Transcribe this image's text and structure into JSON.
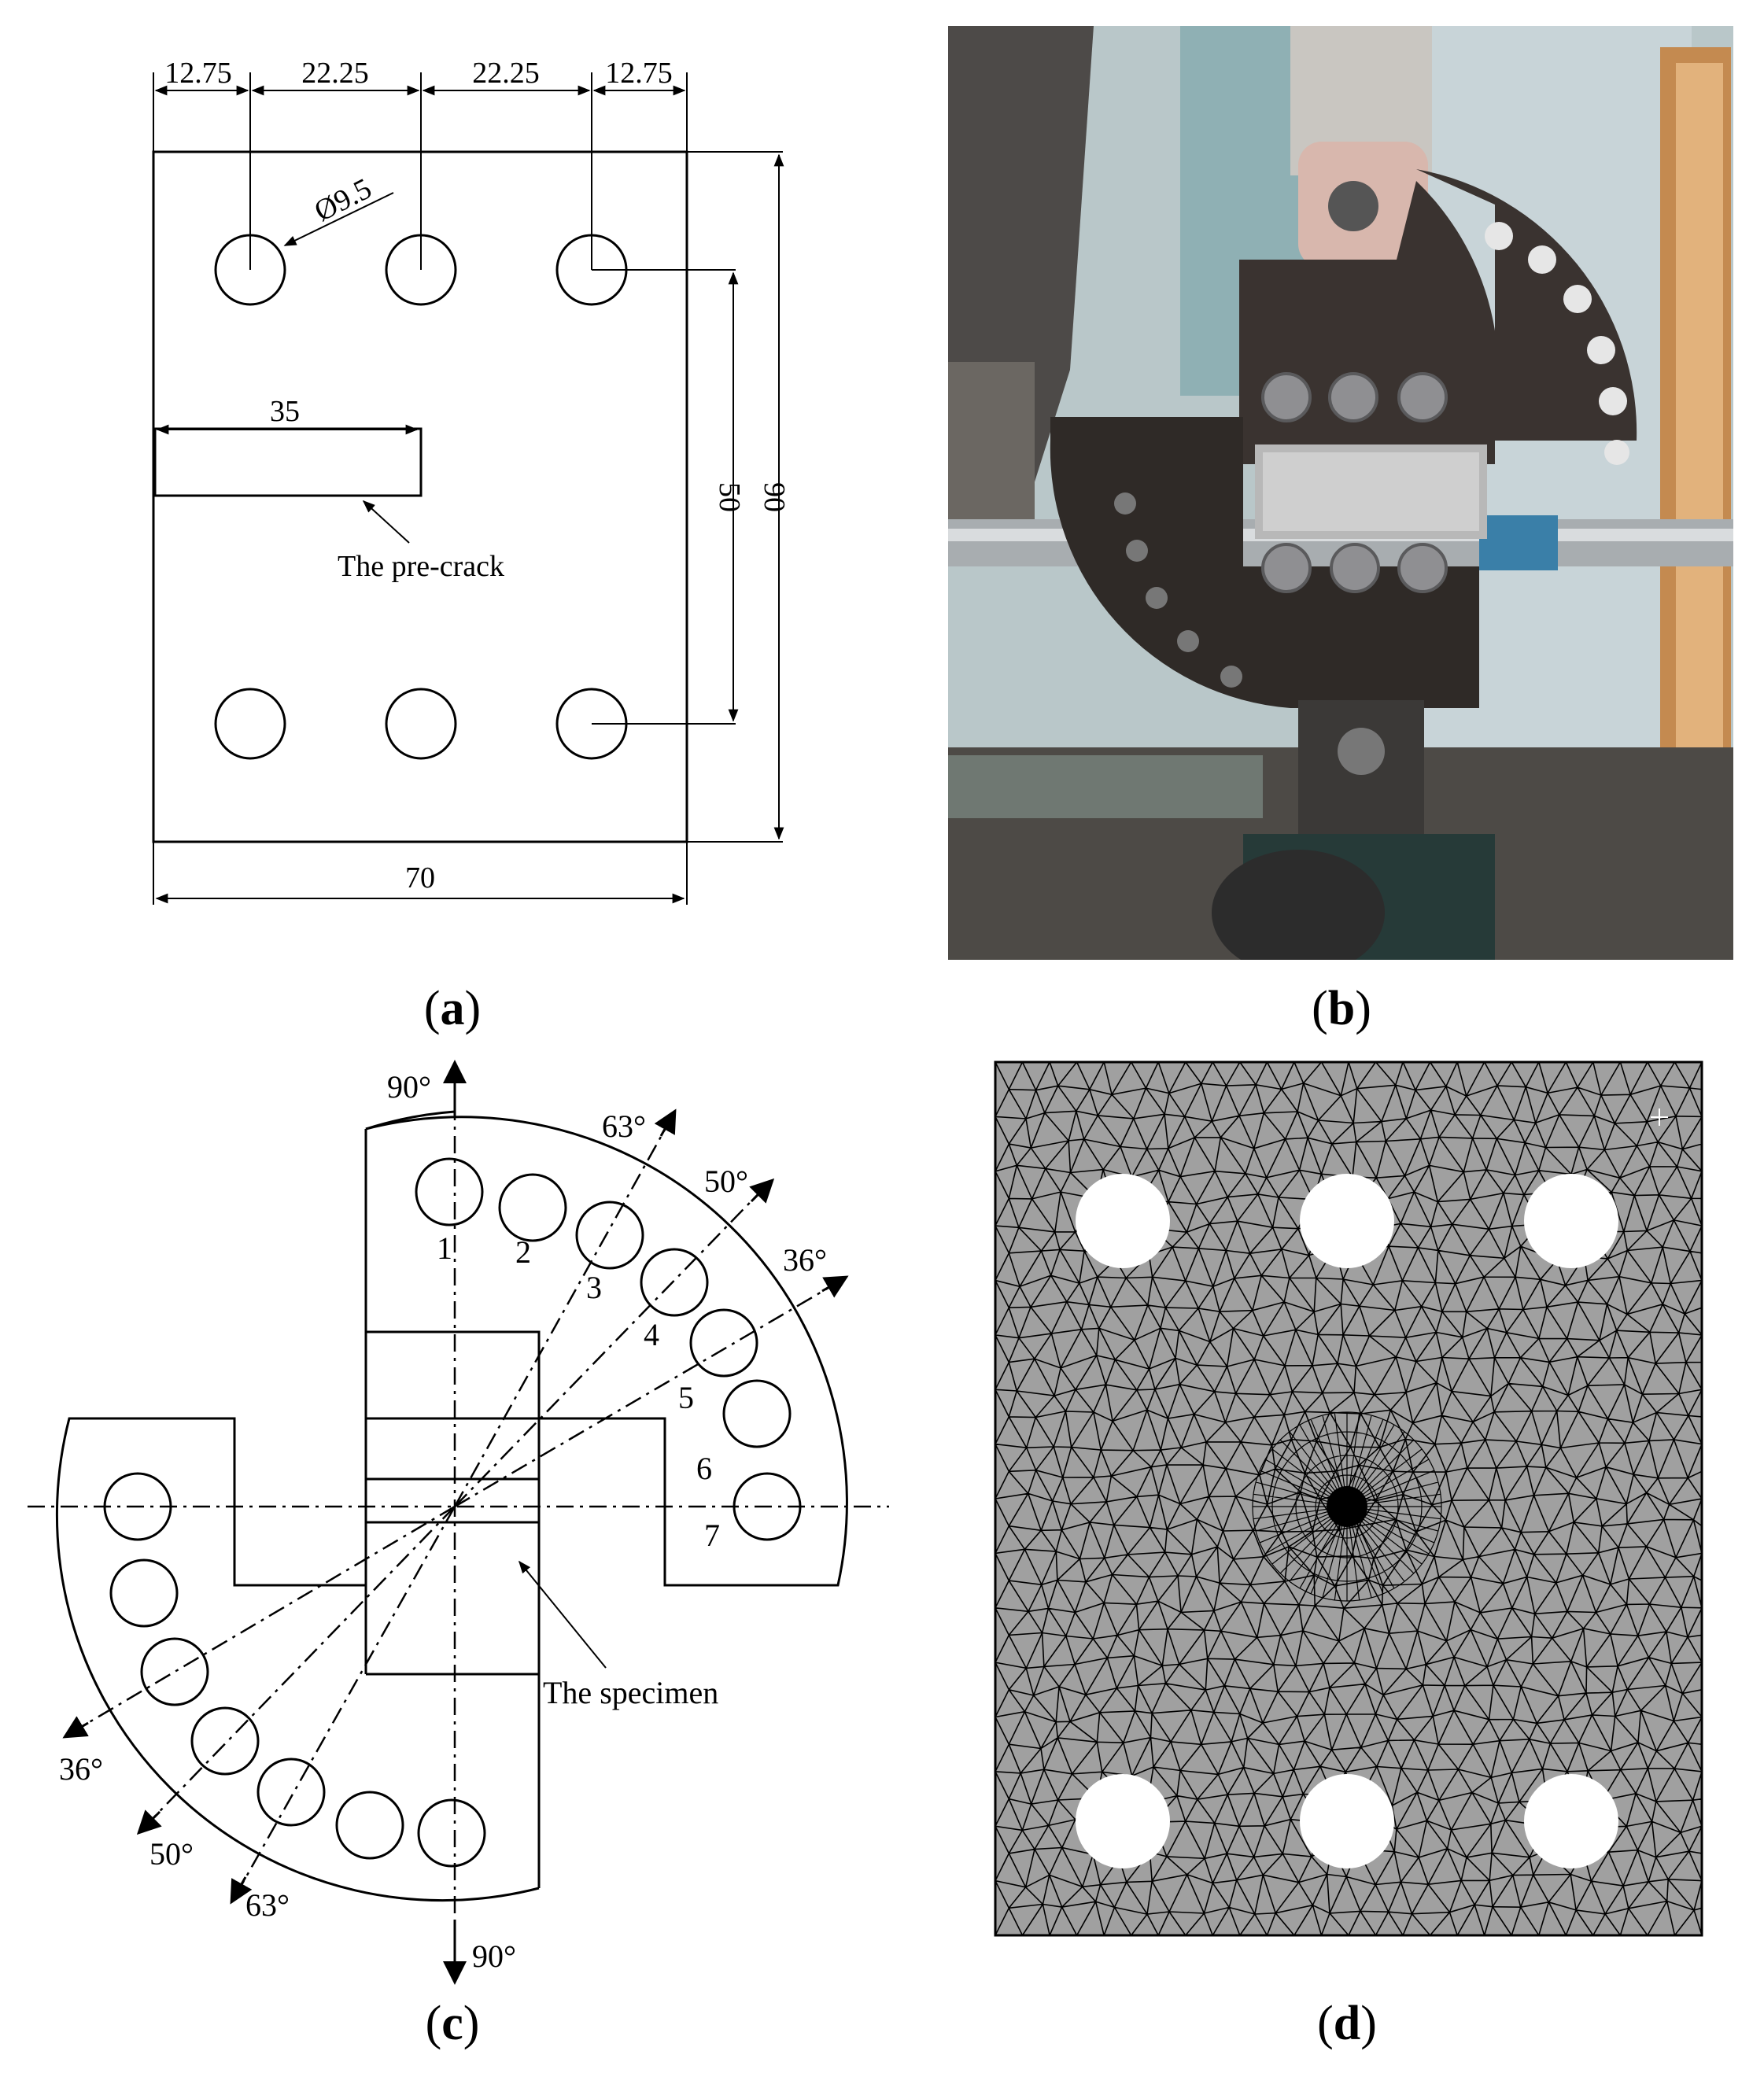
{
  "panels": {
    "a": {
      "caption": "a",
      "dims_top": [
        "12.75",
        "22.25",
        "22.25",
        "12.75"
      ],
      "hole_diameter": "Ø9.5",
      "notch_length": "35",
      "notch_label": "The pre-crack",
      "height_inner": "50",
      "height_outer": "90",
      "width": "70"
    },
    "b": {
      "caption": "b"
    },
    "c": {
      "caption": "c",
      "angles_upper": [
        "90°",
        "63°",
        "50°",
        "36°"
      ],
      "angles_lower": [
        "36°",
        "50°",
        "63°",
        "90°"
      ],
      "hole_numbers": [
        "1",
        "2",
        "3",
        "4",
        "5",
        "6",
        "7"
      ],
      "specimen_label": "The specimen"
    },
    "d": {
      "caption": "d"
    }
  },
  "colors": {
    "mesh_fill": "#a0a0a0",
    "mesh_line": "#000000",
    "photo_wall": "#9db8c0",
    "photo_fixture": "#3a3330"
  }
}
